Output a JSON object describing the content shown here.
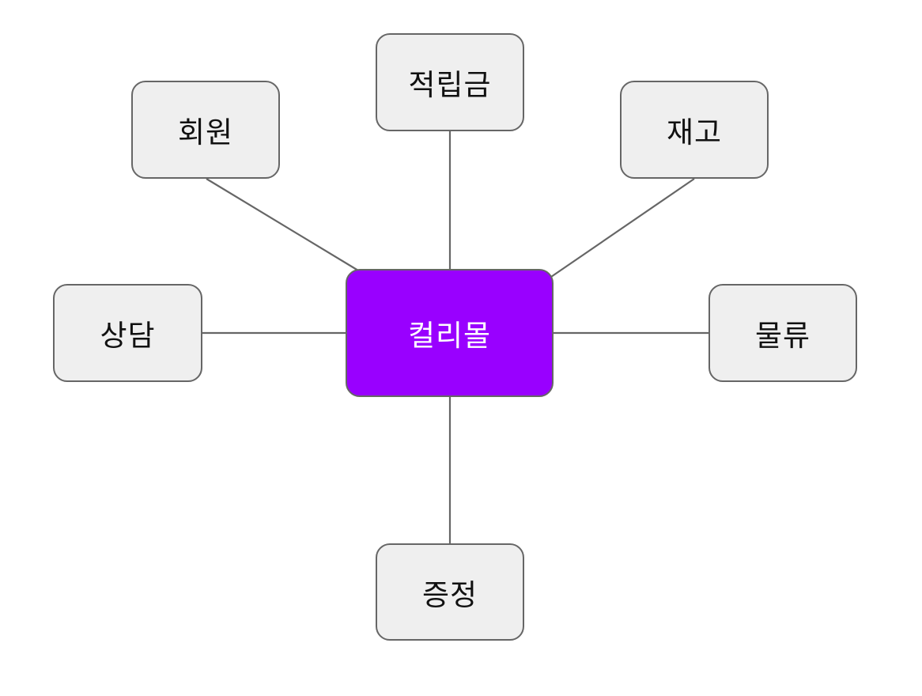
{
  "colors": {
    "center_fill": "#9900ff",
    "center_text": "#ffffff",
    "node_fill": "#efefef",
    "node_border": "#666666",
    "line": "#666666"
  },
  "center": {
    "label": "컬리몰"
  },
  "nodes": [
    {
      "id": "jeoglipgeum",
      "label": "적립금"
    },
    {
      "id": "hoewon",
      "label": "회원"
    },
    {
      "id": "jaego",
      "label": "재고"
    },
    {
      "id": "sangdam",
      "label": "상담"
    },
    {
      "id": "mullyu",
      "label": "물류"
    },
    {
      "id": "jeungjeong",
      "label": "증정"
    }
  ]
}
